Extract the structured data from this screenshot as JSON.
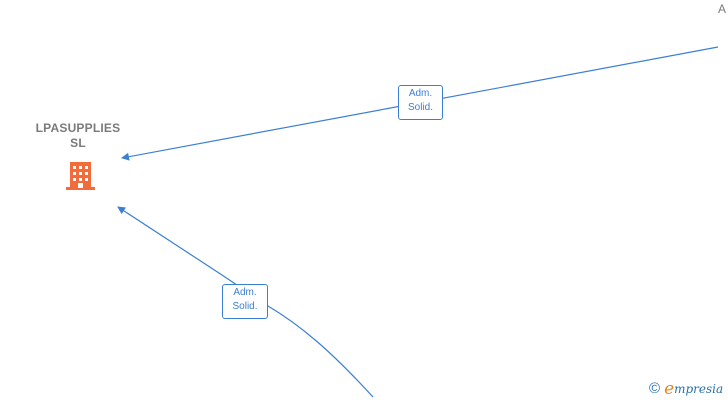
{
  "diagram": {
    "company": {
      "name_line1": "LPASUPPLIES",
      "name_line2": "SL",
      "icon": "building-icon",
      "icon_color": "#f26b3a"
    },
    "edges": [
      {
        "label_line1": "Adm.",
        "label_line2": "Solid."
      },
      {
        "label_line1": "Adm.",
        "label_line2": "Solid."
      }
    ],
    "truncated_node_text": "A",
    "edge_color": "#3b7fd4"
  },
  "footer": {
    "copyright_symbol": "©",
    "brand_initial": "e",
    "brand_rest": "mpresia"
  }
}
